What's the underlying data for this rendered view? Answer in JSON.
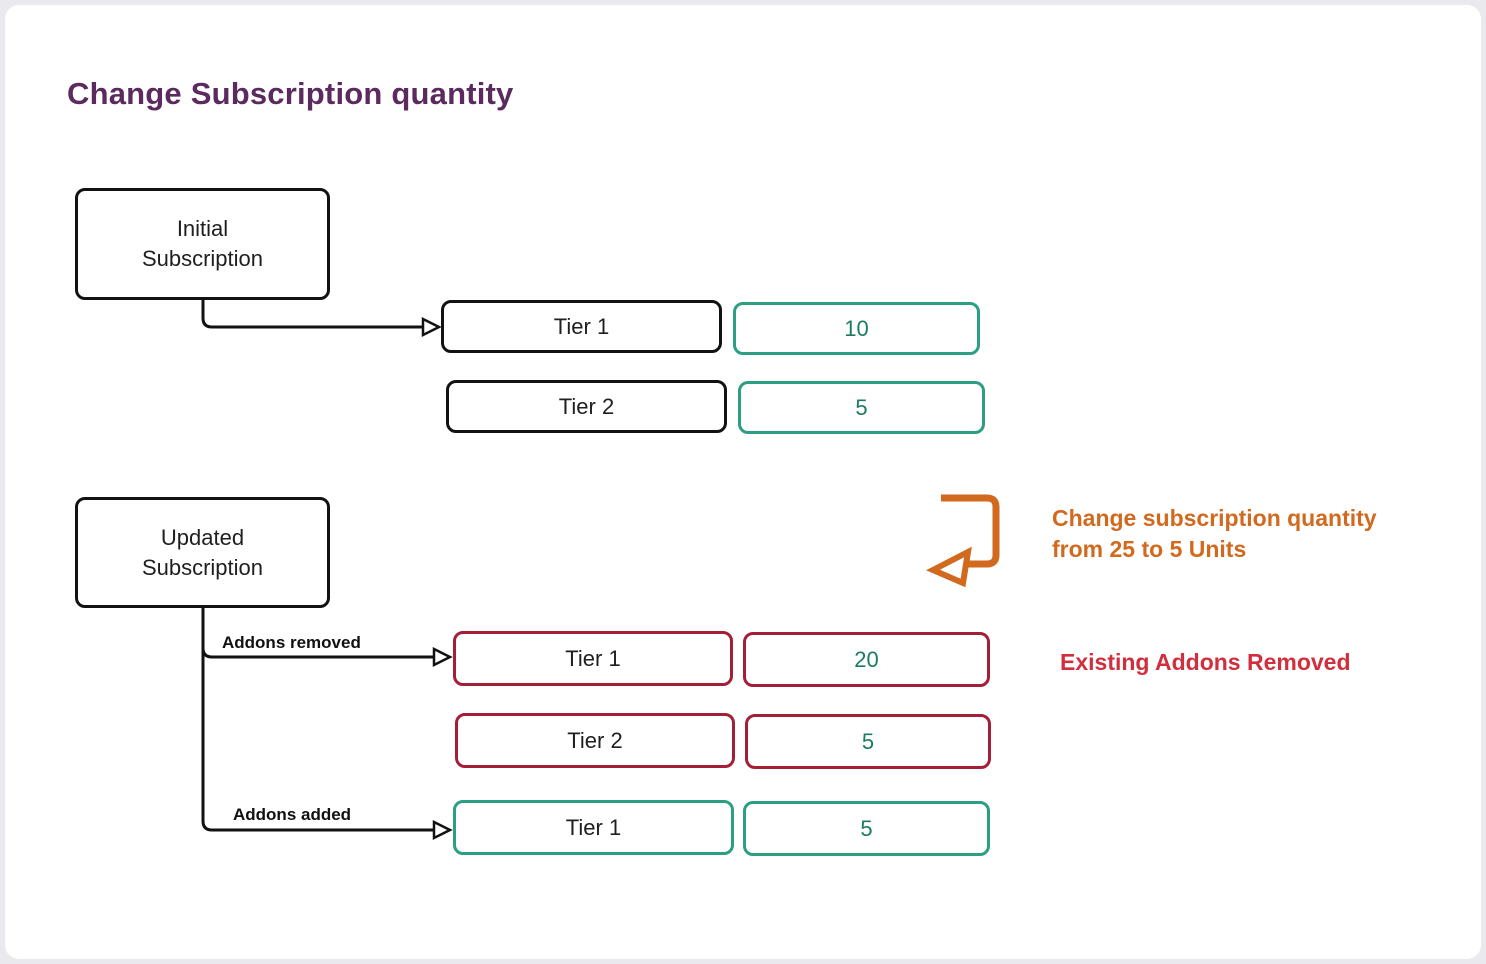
{
  "page": {
    "title": "Change Subscription quantity"
  },
  "colors": {
    "title_purple": "#5b2a5e",
    "connector_black": "#121212",
    "teal_border": "#2b9e83",
    "teal_value_text": "#1a7d63",
    "crimson_border": "#a41e38",
    "orange_accent": "#d16a1f",
    "red_note_text": "#d12f3e",
    "card_background": "#ffffff",
    "page_background": "#e9e9ee"
  },
  "icons": {
    "return_arrow": "u-turn-left-arrow-icon",
    "flow_arrowhead": "open-triangle-right-arrow-icon"
  },
  "groups": {
    "initial": {
      "label_line1": "Initial",
      "label_line2": "Subscription",
      "rows": [
        {
          "tier": "Tier 1",
          "qty": "10"
        },
        {
          "tier": "Tier 2",
          "qty": "5"
        }
      ]
    },
    "updated": {
      "label_line1": "Updated",
      "label_line2": "Subscription",
      "removed_branch_label": "Addons removed",
      "added_branch_label": "Addons added",
      "removed_rows": [
        {
          "tier": "Tier 1",
          "qty": "20"
        },
        {
          "tier": "Tier 2",
          "qty": "5"
        }
      ],
      "added_rows": [
        {
          "tier": "Tier 1",
          "qty": "5"
        }
      ]
    }
  },
  "annotations": {
    "change_note": "Change subscription quantity from 25 to 5 Units",
    "removed_note": "Existing Addons Removed"
  }
}
